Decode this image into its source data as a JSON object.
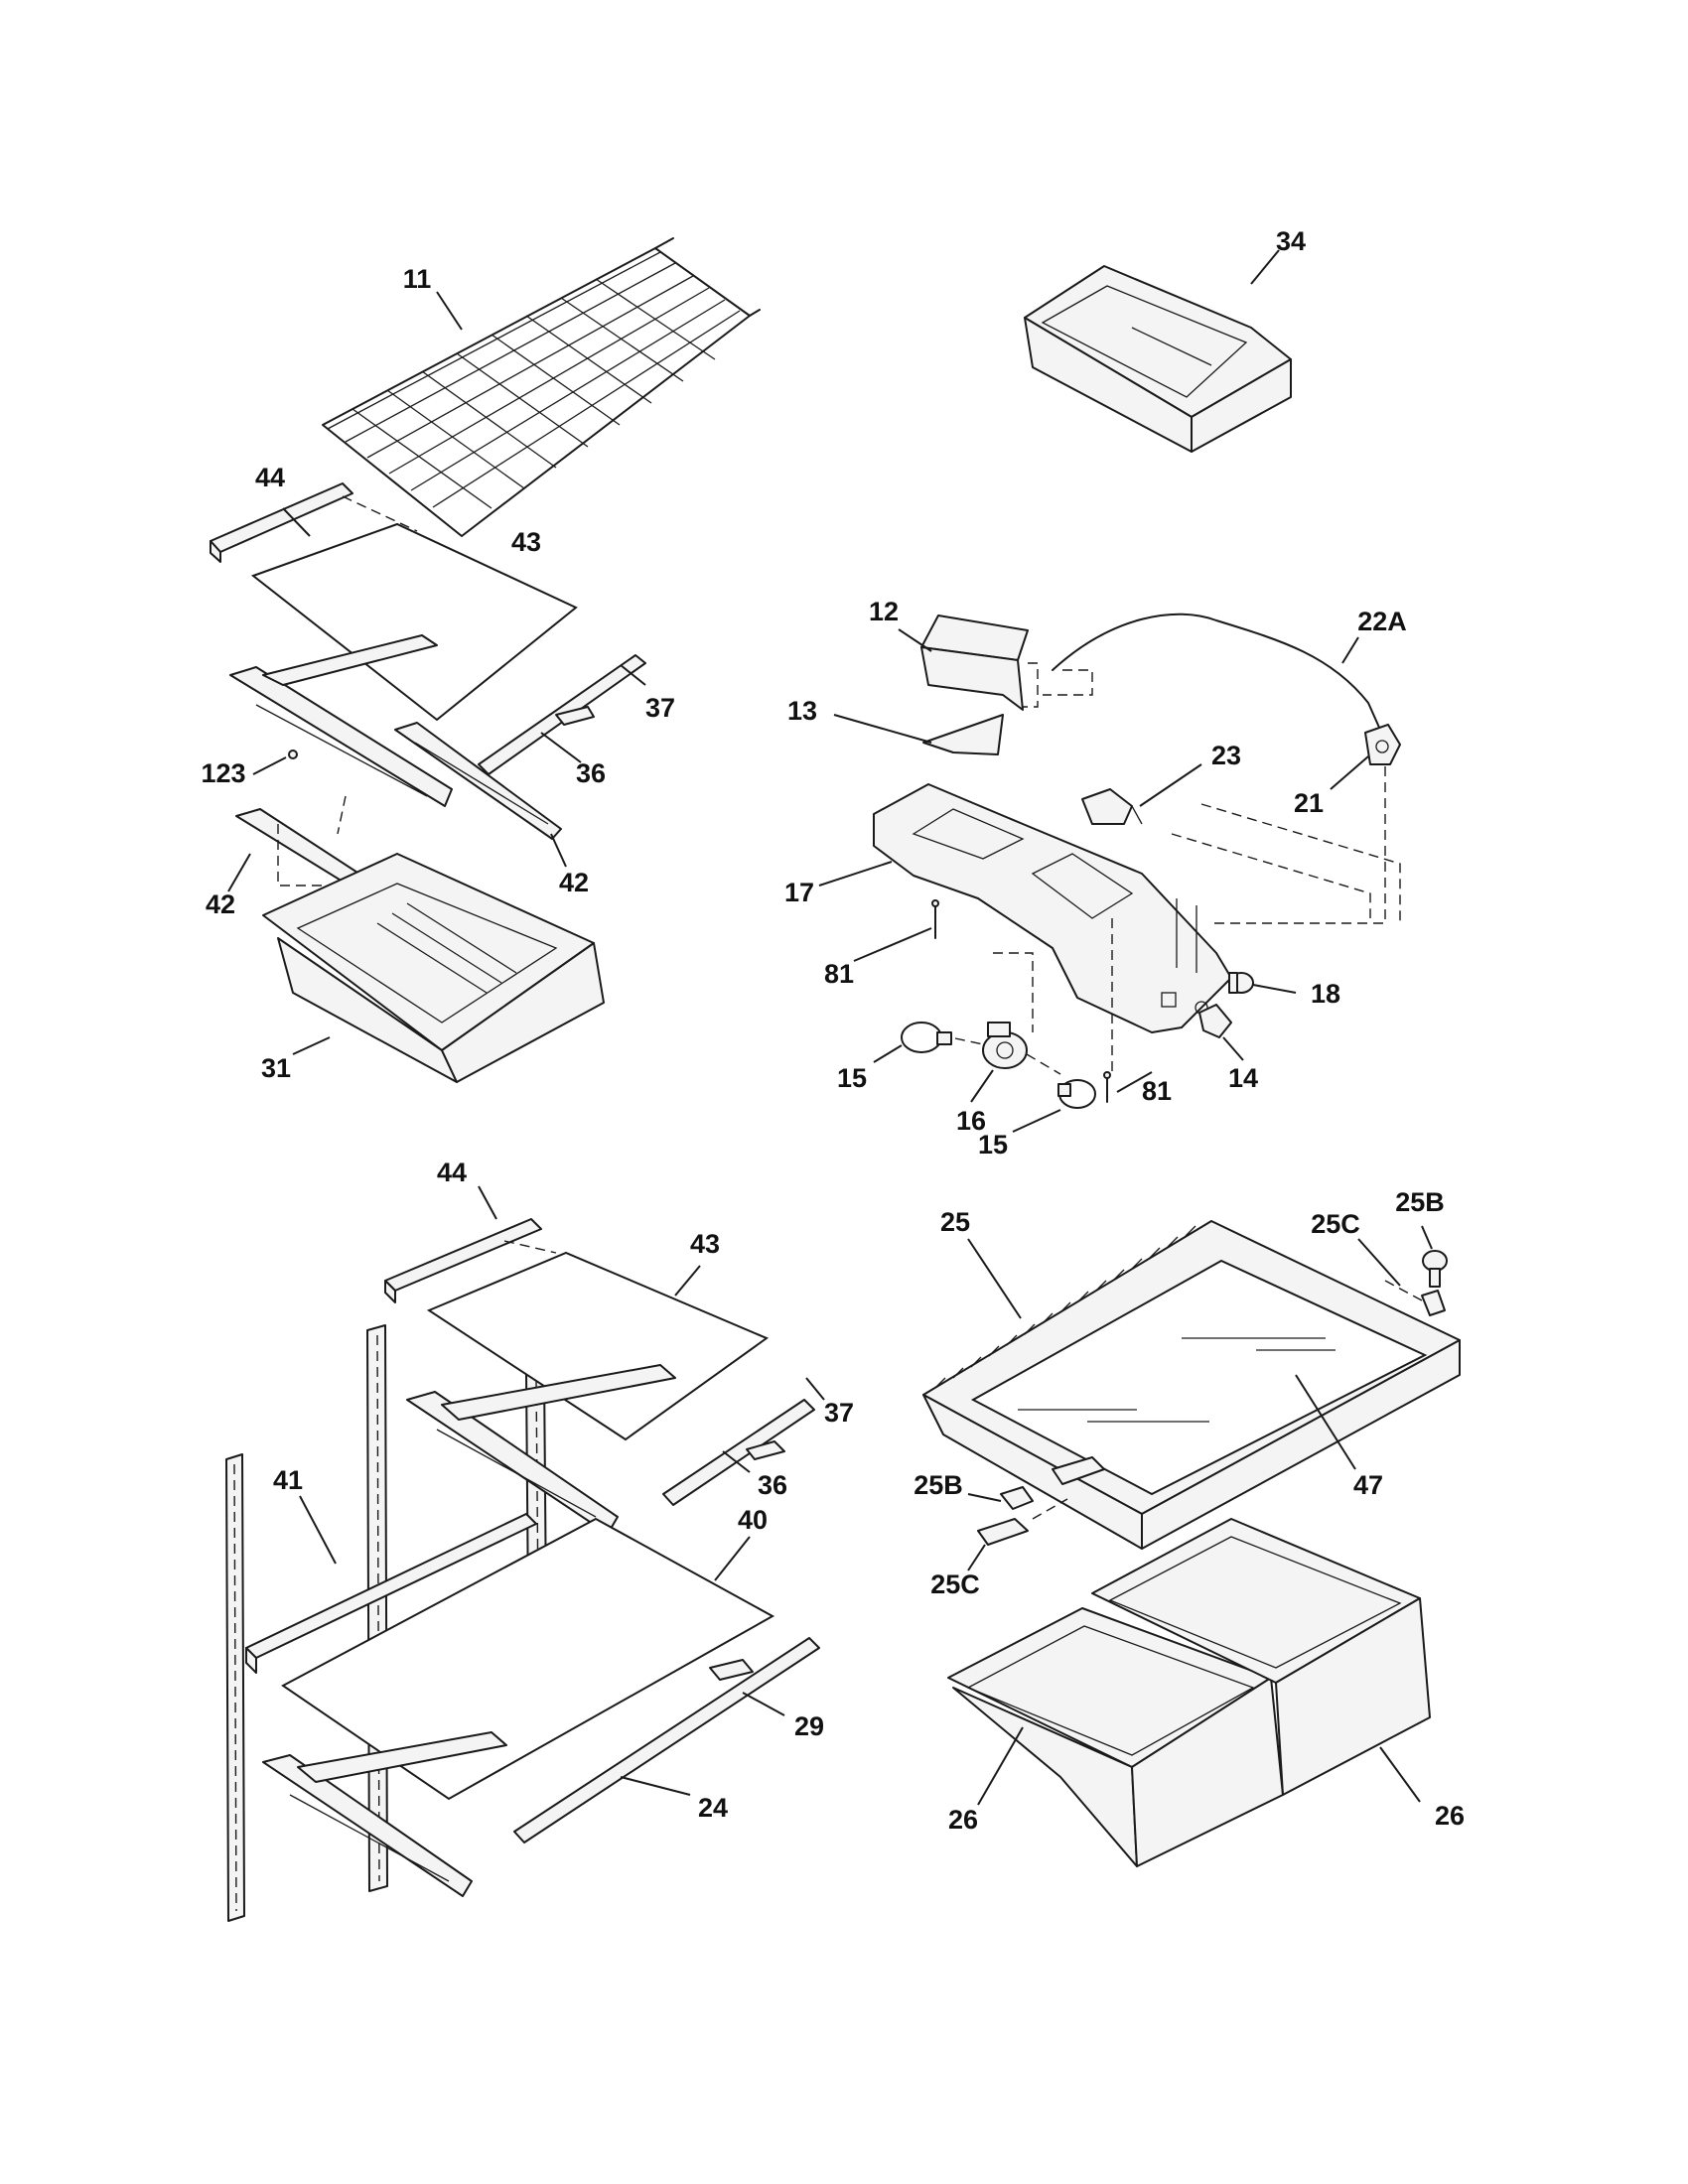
{
  "callouts": [
    {
      "id": "c11",
      "label": "11"
    },
    {
      "id": "c44a",
      "label": "44"
    },
    {
      "id": "c43a",
      "label": "43"
    },
    {
      "id": "c37a",
      "label": "37"
    },
    {
      "id": "c36a",
      "label": "36"
    },
    {
      "id": "c123",
      "label": "123"
    },
    {
      "id": "c42a",
      "label": "42"
    },
    {
      "id": "c42b",
      "label": "42"
    },
    {
      "id": "c31",
      "label": "31"
    },
    {
      "id": "c34",
      "label": "34"
    },
    {
      "id": "c12",
      "label": "12"
    },
    {
      "id": "c22A",
      "label": "22A"
    },
    {
      "id": "c13",
      "label": "13"
    },
    {
      "id": "c23",
      "label": "23"
    },
    {
      "id": "c21",
      "label": "21"
    },
    {
      "id": "c17",
      "label": "17"
    },
    {
      "id": "c81a",
      "label": "81"
    },
    {
      "id": "c18",
      "label": "18"
    },
    {
      "id": "c15a",
      "label": "15"
    },
    {
      "id": "c16",
      "label": "16"
    },
    {
      "id": "c14",
      "label": "14"
    },
    {
      "id": "c81b",
      "label": "81"
    },
    {
      "id": "c15b",
      "label": "15"
    },
    {
      "id": "c44b",
      "label": "44"
    },
    {
      "id": "c43b",
      "label": "43"
    },
    {
      "id": "c37b",
      "label": "37"
    },
    {
      "id": "c36b",
      "label": "36"
    },
    {
      "id": "c41",
      "label": "41"
    },
    {
      "id": "c40",
      "label": "40"
    },
    {
      "id": "c29",
      "label": "29"
    },
    {
      "id": "c24",
      "label": "24"
    },
    {
      "id": "c25",
      "label": "25"
    },
    {
      "id": "c25Ca",
      "label": "25C"
    },
    {
      "id": "c25Ba",
      "label": "25B"
    },
    {
      "id": "c47",
      "label": "47"
    },
    {
      "id": "c25Bb",
      "label": "25B"
    },
    {
      "id": "c25Cb",
      "label": "25C"
    },
    {
      "id": "c26a",
      "label": "26"
    },
    {
      "id": "c26b",
      "label": "26"
    }
  ]
}
